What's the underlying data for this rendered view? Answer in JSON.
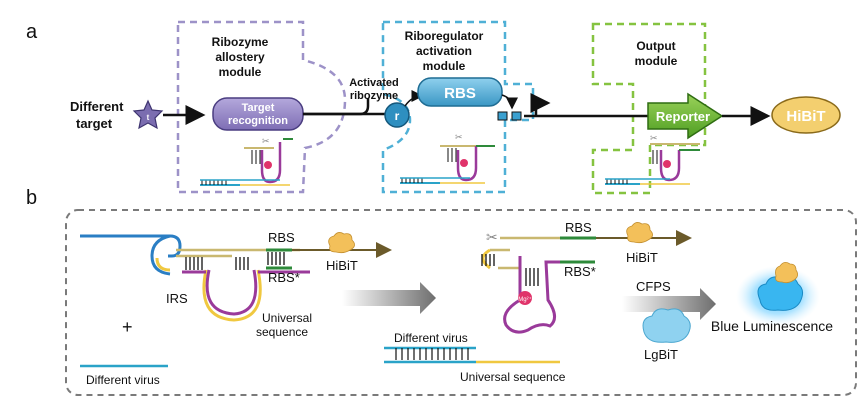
{
  "panel_a": {
    "letter": "a",
    "module1_title": [
      "Ribozyme",
      "allostery",
      "module"
    ],
    "module2_title": [
      "Riboregulator",
      "activation",
      "module"
    ],
    "module3_title": [
      "Output",
      "module"
    ],
    "different_target": [
      "Different",
      "target"
    ],
    "star_label": "t",
    "target_recognition": [
      "Target",
      "recognition"
    ],
    "activated_ribozyme": [
      "Activated",
      "ribozyme"
    ],
    "ribozyme_circle": "r",
    "rbs": "RBS",
    "reporter": "Reporter",
    "hibit": "HiBiT"
  },
  "panel_b": {
    "letter": "b",
    "rbs_left": "RBS",
    "rbs_star_left": "RBS*",
    "hibit_left": "HiBiT",
    "irs": "IRS",
    "universal_sequence": [
      "Universal",
      "sequence"
    ],
    "plus": "+",
    "different_virus_left": "Different virus",
    "rbs_mid": "RBS",
    "rbs_star_mid": "RBS*",
    "hibit_mid": "HiBiT",
    "mg_label": "Mg²⁺",
    "different_virus_mid": "Different virus",
    "universal_sequence_mid": "Universal sequence",
    "cfps": "CFPS",
    "lgbit": "LgBiT",
    "blue_luminescence": "Blue Luminescence"
  },
  "colors": {
    "purple": "#8878b8",
    "blue": "#4aa6cf",
    "green": "#7cbf3a",
    "hibit": "#f3cf6f",
    "magenta": "#9a3a9a",
    "yellow": "#f0c840",
    "dark_green": "#2e8a3a"
  }
}
